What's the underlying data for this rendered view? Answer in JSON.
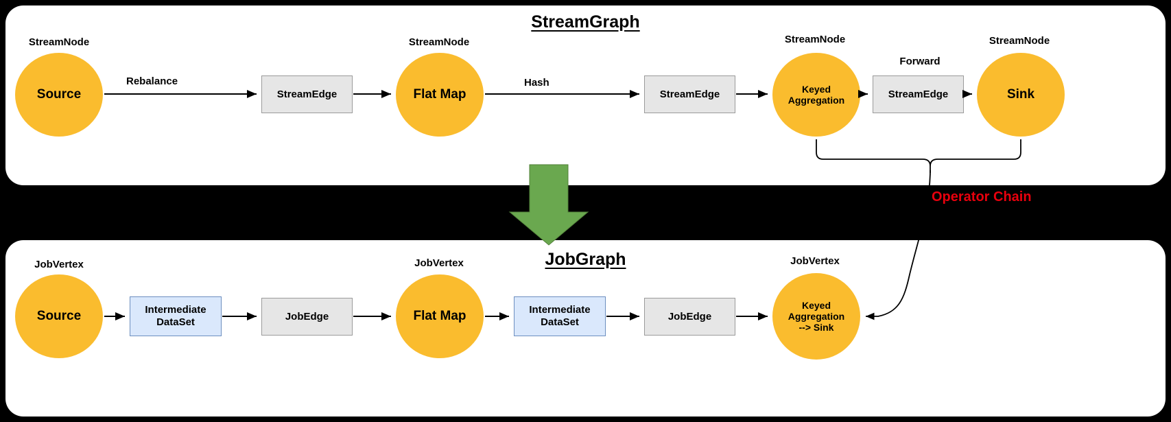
{
  "theme": {
    "node_fill": "#FABC2E",
    "edge_box_fill": "#E6E6E6",
    "edge_box_border": "#9A9A9A",
    "dataset_box_fill": "#DAE8FC",
    "dataset_box_border": "#6C8EBF",
    "panel_bg": "#FFFFFF",
    "background": "#000000",
    "arrow_green": "#6AA84F",
    "annotation_red": "#E8000D"
  },
  "stream_graph": {
    "title": "StreamGraph",
    "captions": {
      "source": "StreamNode",
      "flatmap": "StreamNode",
      "keyed": "StreamNode",
      "sink": "StreamNode",
      "forward": "Forward"
    },
    "nodes": {
      "source": "Source",
      "flatmap": "Flat Map",
      "keyed": "Keyed\nAggregation",
      "keyed_line1": "Keyed",
      "keyed_line2": "Aggregation",
      "sink": "Sink"
    },
    "edges": {
      "edge1": "StreamEdge",
      "edge2": "StreamEdge",
      "edge3": "StreamEdge"
    },
    "edge_labels": {
      "rebalance": "Rebalance",
      "hash": "Hash"
    }
  },
  "job_graph": {
    "title": "JobGraph",
    "captions": {
      "source": "JobVertex",
      "flatmap": "JobVertex",
      "keyed": "JobVertex"
    },
    "nodes": {
      "source": "Source",
      "flatmap": "Flat Map",
      "keyed_line1": "Keyed",
      "keyed_line2": "Aggregation",
      "keyed_line3": "--> Sink"
    },
    "datasets": {
      "ds1_line1": "Intermediate",
      "ds1_line2": "DataSet",
      "ds2_line1": "Intermediate",
      "ds2_line2": "DataSet"
    },
    "edges": {
      "edge1": "JobEdge",
      "edge2": "JobEdge"
    }
  },
  "annotations": {
    "operator_chain": "Operator Chain"
  },
  "icons": {
    "transform_arrow": "down-arrow-icon",
    "brace": "curly-brace-icon",
    "callout": "callout-arrow-icon"
  }
}
